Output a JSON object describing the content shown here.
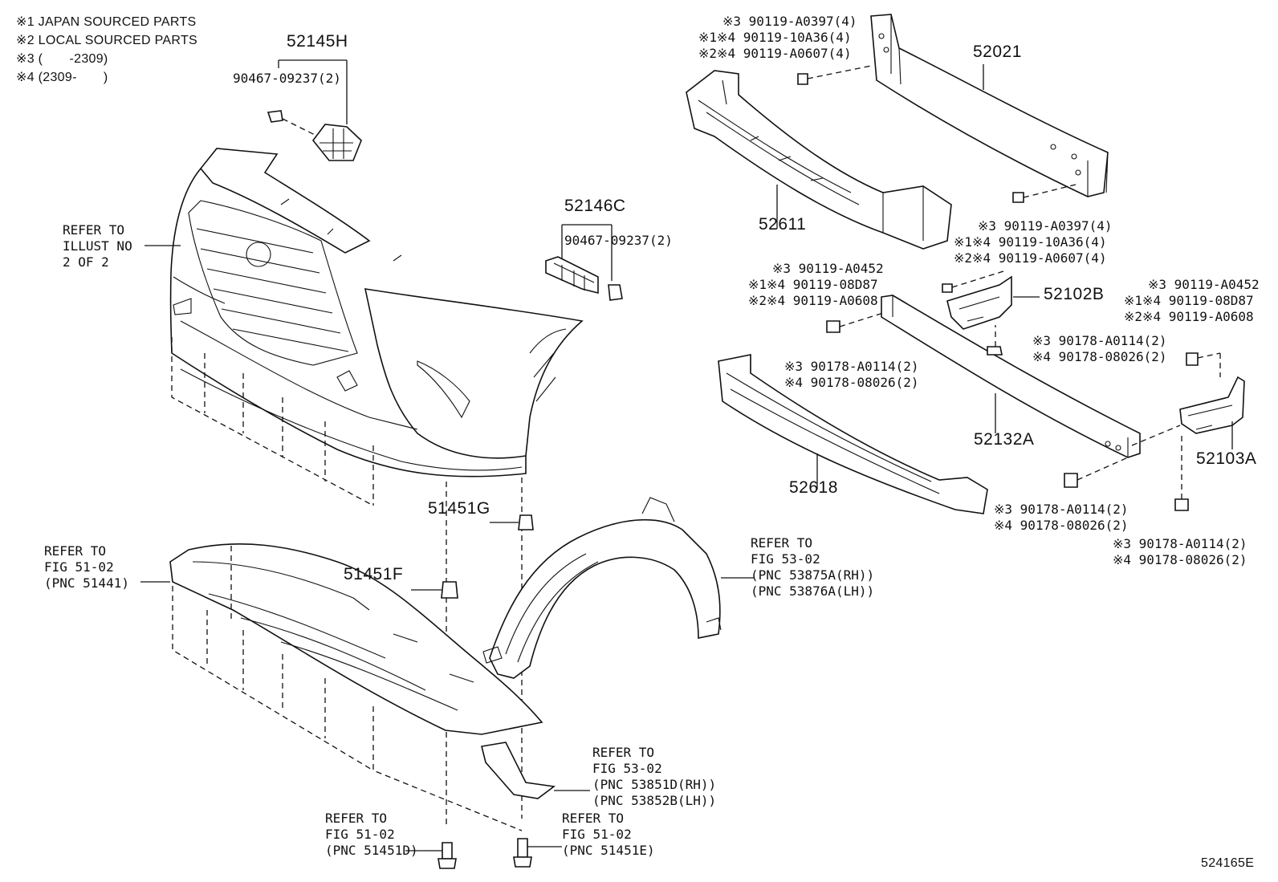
{
  "notes": [
    "※1 JAPAN SOURCED PARTS",
    "※2 LOCAL SOURCED PARTS",
    "※3 (       -2309)",
    "※4 (2309-       )"
  ],
  "figure_id": "524165E",
  "parts": {
    "p52145H": "52145H",
    "p90467a": "90467-09237(2)",
    "p52146C": "52146C",
    "p90467b": "90467-09237(2)",
    "p52021": "52021",
    "p52611": "52611",
    "p52102B": "52102B",
    "p52132A": "52132A",
    "p52618": "52618",
    "p52103A": "52103A",
    "p51451G": "51451G",
    "p51451F": "51451F"
  },
  "bolt_groups": {
    "top_reinf": [
      "※3 90119-A0397(4)",
      "※1※4 90119-10A36(4)",
      "※2※4 90119-A0607(4)"
    ],
    "right_reinf": [
      "※3 90119-A0397(4)",
      "※1※4 90119-10A36(4)",
      "※2※4 90119-A0607(4)"
    ],
    "mid_left": [
      "※3 90119-A0452",
      "※1※4 90119-08D87",
      "※2※4 90119-A0608"
    ],
    "far_right": [
      "※3 90119-A0452",
      "※1※4 90119-08D87",
      "※2※4 90119-A0608"
    ],
    "nut_left": [
      "※3 90178-A0114(2)",
      "※4 90178-08026(2)"
    ],
    "nut_mid": [
      "※3 90178-A0114(2)",
      "※4 90178-08026(2)"
    ],
    "nut_lower": [
      "※3 90178-A0114(2)",
      "※4 90178-08026(2)"
    ],
    "nut_right": [
      "※3 90178-A0114(2)",
      "※4 90178-08026(2)"
    ]
  },
  "references": {
    "illust": [
      "REFER TO",
      "ILLUST NO",
      "2 OF 2"
    ],
    "fig51_02_a": [
      "REFER TO",
      "FIG 51-02",
      "(PNC 51441)"
    ],
    "fig53_02_a": [
      "REFER TO",
      "FIG 53-02",
      "(PNC 53875A(RH))",
      "(PNC 53876A(LH))"
    ],
    "fig53_02_b": [
      "REFER TO",
      "FIG 53-02",
      "(PNC 53851D(RH))",
      "(PNC 53852B(LH))"
    ],
    "fig51_02_b": [
      "REFER TO",
      "FIG 51-02",
      "(PNC 51451D)"
    ],
    "fig51_02_c": [
      "REFER TO",
      "FIG 51-02",
      "(PNC 51451E)"
    ]
  }
}
